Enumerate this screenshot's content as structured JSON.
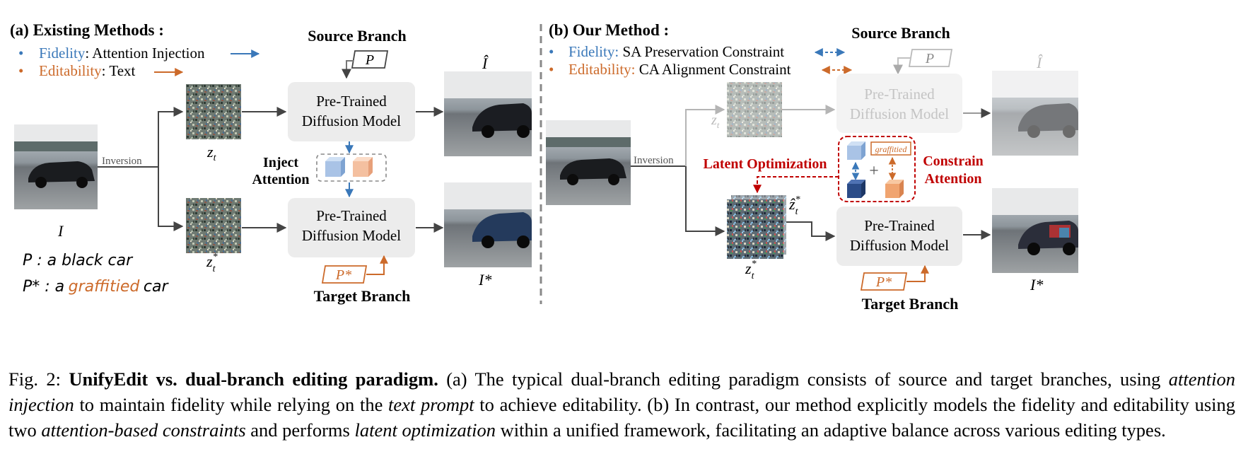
{
  "panel_a": {
    "title": "(a) Existing Methods :",
    "legend": [
      {
        "bullet": "•",
        "key": "Fidelity",
        "colon": ":",
        "value": "Attention Injection",
        "color": "#3a78b9"
      },
      {
        "bullet": "•",
        "key": "Editability",
        "colon": ":",
        "value": "Text",
        "color": "#cc6a2a"
      }
    ],
    "source_branch": "Source Branch",
    "target_branch": "Target Branch",
    "prompt_source": "P",
    "prompt_target": "P*",
    "model_top": [
      "Pre-Trained",
      "Diffusion Model"
    ],
    "model_bottom": [
      "Pre-Trained",
      "Diffusion Model"
    ],
    "inject_label": [
      "Inject",
      "Attention"
    ],
    "inversion": "Inversion",
    "latent_top": "z",
    "latent_top_sub": "t",
    "latent_bottom": "z",
    "latent_bottom_sub": "t",
    "latent_bottom_sup": "*",
    "image_input": "I",
    "image_source_out": "Î",
    "image_target_out": "I*",
    "prompt_text_1": "P : a black car",
    "prompt_text_2_prefix": "P* : a",
    "prompt_text_2_word": "graffitied",
    "prompt_text_2_suffix": "car"
  },
  "panel_b": {
    "title": "(b) Our Method :",
    "legend": [
      {
        "bullet": "•",
        "key": "Fidelity:",
        "value": "SA Preservation Constraint",
        "color": "#3a78b9"
      },
      {
        "bullet": "•",
        "key": "Editability:",
        "value": "CA Alignment Constraint",
        "color": "#cc6a2a"
      }
    ],
    "source_branch": "Source Branch",
    "target_branch": "Target Branch",
    "prompt_source": "P",
    "prompt_target": "P*",
    "model_top": [
      "Pre-Trained",
      "Diffusion Model"
    ],
    "model_bottom": [
      "Pre-Trained",
      "Diffusion Model"
    ],
    "inversion": "Inversion",
    "latent_optimization": "Latent Optimization",
    "constrain_label": [
      "Constrain",
      "Attention"
    ],
    "graffitied_tag": "graffitied",
    "plus": "+",
    "latent_top": "z",
    "latent_top_sub": "t",
    "latent_hat": "ẑ",
    "latent_hat_sub": "t",
    "latent_hat_sup": "*",
    "latent_bottom": "z",
    "latent_bottom_sub": "t",
    "latent_bottom_sup": "*",
    "image_source_out": "Î",
    "image_target_out": "I*"
  },
  "caption": {
    "lead": "Fig. 2:",
    "bold": "UnifyEdit vs. dual-branch editing paradigm.",
    "t1": "(a) The typical dual-branch editing paradigm consists of source and target branches, using",
    "i1": "attention injection",
    "t2": "to maintain fidelity while relying on the",
    "i2": "text prompt",
    "t3": "to achieve editability. (b) In contrast, our method explicitly models the fidelity and editability using two",
    "i3": "attention-based constraints",
    "t4": "and performs",
    "i4": "latent optimization",
    "t5": "within a unified framework, facilitating an adaptive balance across various editing types."
  },
  "colors": {
    "blue": "#3a78b9",
    "orange": "#cc6a2a",
    "red": "#c00000",
    "box": "#ececec",
    "arrow": "#444444"
  }
}
